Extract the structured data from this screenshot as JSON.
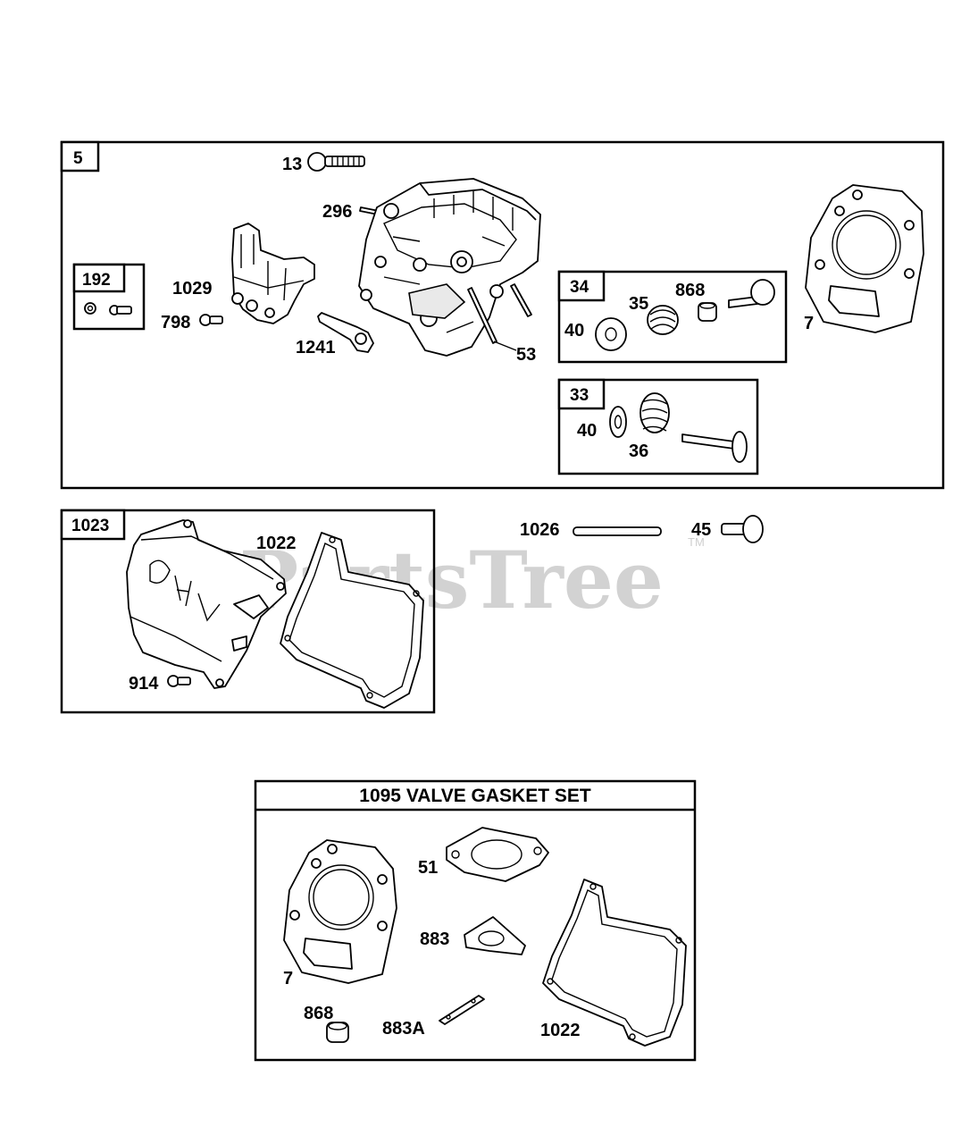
{
  "watermark": {
    "text": "PartsTree",
    "tm": "TM"
  },
  "groups": {
    "g5": {
      "tag": "5"
    },
    "g192": {
      "tag": "192"
    },
    "g34": {
      "tag": "34"
    },
    "g33": {
      "tag": "33"
    },
    "g1023": {
      "tag": "1023"
    },
    "g1095": {
      "title": "1095 VALVE GASKET SET"
    }
  },
  "labels": {
    "l13": "13",
    "l296": "296",
    "l1029": "1029",
    "l798": "798",
    "l1241": "1241",
    "l53": "53",
    "l40a": "40",
    "l35": "35",
    "l868a": "868",
    "l7a": "7",
    "l40b": "40",
    "l36": "36",
    "l1022a": "1022",
    "l914": "914",
    "l1026": "1026",
    "l45": "45",
    "l51": "51",
    "l883": "883",
    "l7b": "7",
    "l868b": "868",
    "l883A": "883A",
    "l1022b": "1022"
  }
}
